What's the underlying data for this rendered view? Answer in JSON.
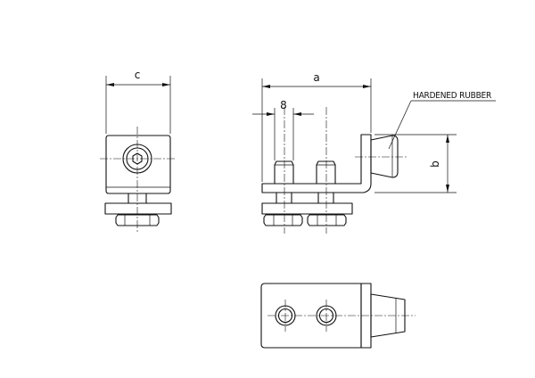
{
  "dimensions": {
    "width_front": "c",
    "length_side": "a",
    "bolt_spacing": "8",
    "height_side": "b"
  },
  "callout": {
    "label": "HARDENED RUBBER"
  }
}
